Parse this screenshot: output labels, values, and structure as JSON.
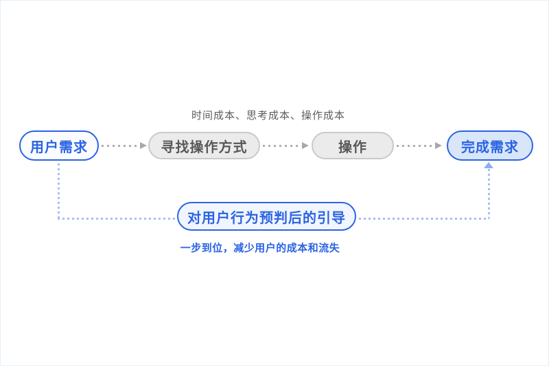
{
  "diagram": {
    "top_label": "时间成本、思考成本、操作成本",
    "nodes": [
      {
        "label": "用户需求"
      },
      {
        "label": "寻找操作方式"
      },
      {
        "label": "操作"
      },
      {
        "label": "完成需求"
      }
    ],
    "bypass_label": "对用户行为预判后的引导",
    "bottom_caption": "一步到位，减少用户的成本和流失"
  },
  "colors": {
    "accent_blue": "#2b63e3",
    "complete_node_fill": "#d9e6fa",
    "bypass_node_fill": "#f1f6fe",
    "gray_node_fill": "#ebebeb",
    "gray_node_border": "#c9c9c9",
    "gray_node_text": "#58585a",
    "dot_gray": "#afafaf",
    "dot_blue": "#a7bdf1",
    "arrowhead_gray": "#a8a8a8",
    "arrowhead_blue": "#8faeee",
    "top_label_color": "#5c5c5c",
    "frame_border": "#e0f0fa"
  }
}
